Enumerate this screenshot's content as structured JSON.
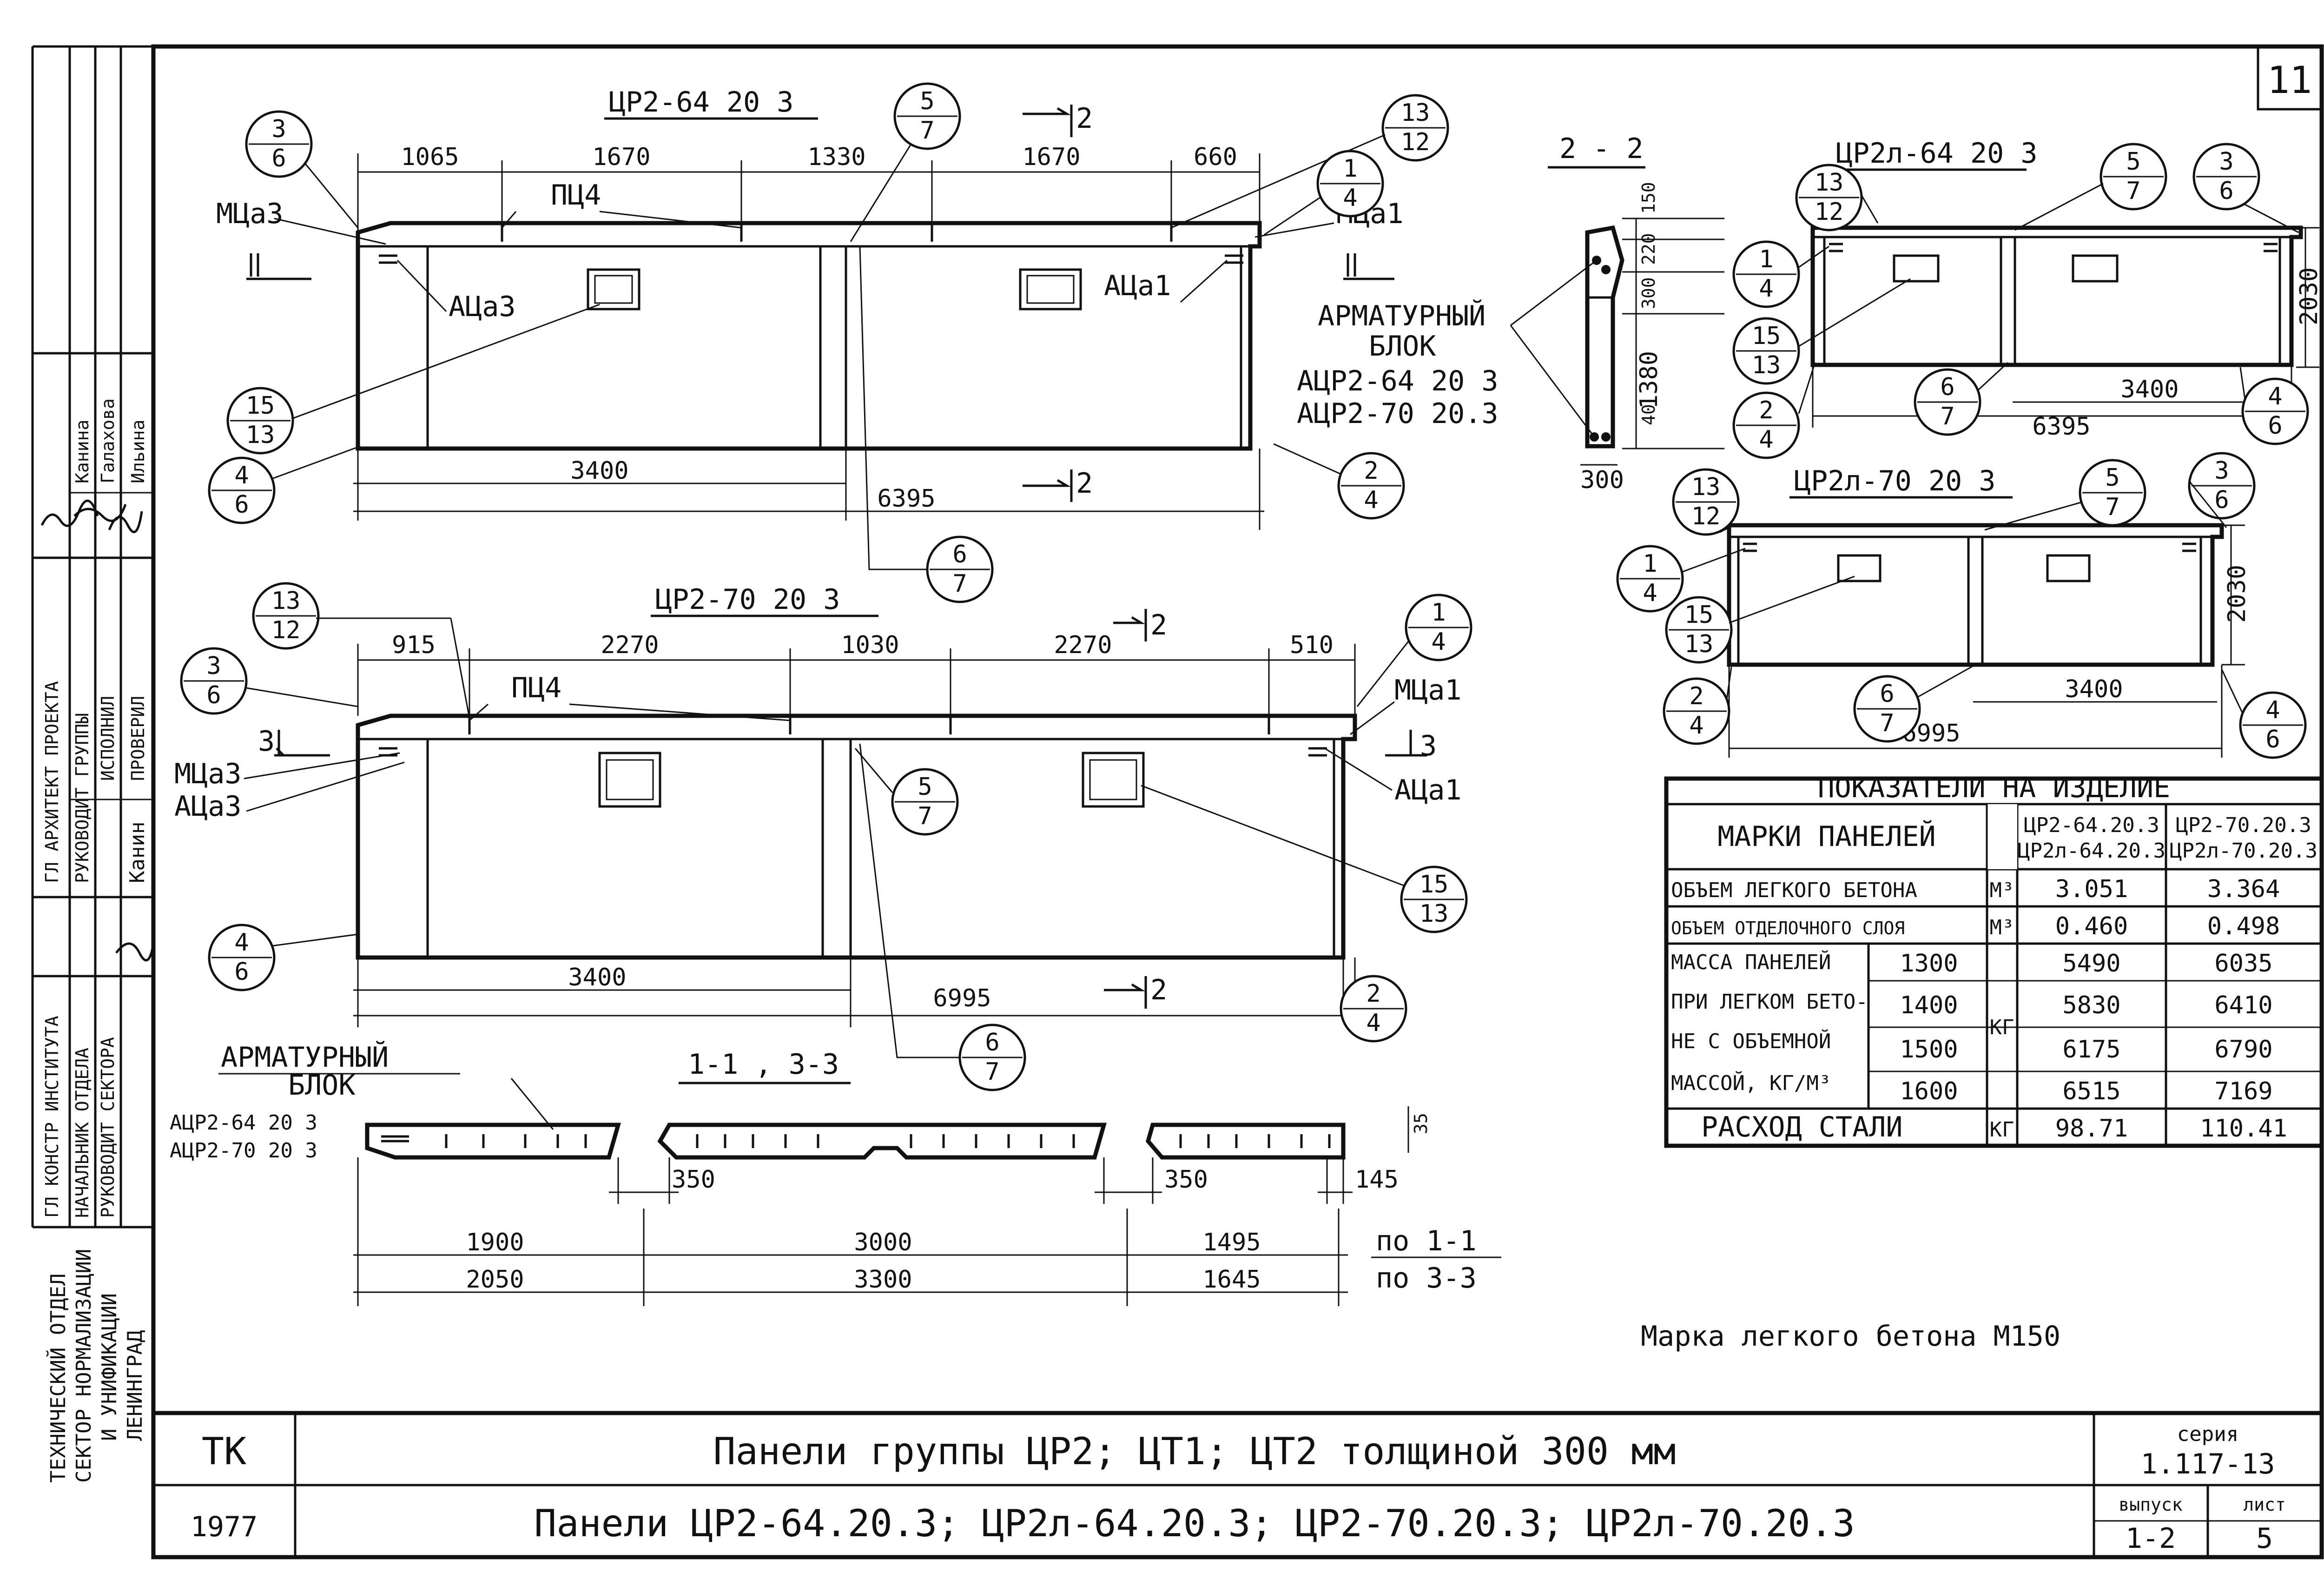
{
  "sheet": {
    "number": "11",
    "concrete_grade": "Марка легкого бетона М150"
  },
  "side_stamp": {
    "org": [
      "ТЕХНИЧЕСКИЙ ОТДЕЛ",
      "СЕКТОР НОРМАЛИЗАЦИИ",
      "И УНИФИКАЦИИ",
      "ЛЕНИНГРАД"
    ],
    "roles": [
      "ГЛ КОНСТР ИНСТИТУТА",
      "НАЧАЛЬНИК ОТДЕЛА",
      "РУКОВОДИТ СЕКТОРА",
      "ГЛ АРХИТЕКТ ПРОЕКТА",
      "РУКОВОДИТ ГРУППЫ",
      "ИСПОЛНИЛ",
      "ПРОВЕРИЛ"
    ],
    "names": [
      "Канин",
      "Ильина",
      "Галахова",
      "Канина"
    ]
  },
  "title_block": {
    "org": "ТК",
    "year": "1977",
    "title1": "Панели группы ЦР2; ЦТ1; ЦТ2 толщиной 300 мм",
    "title2": "Панели ЦР2-64.20.3; ЦР2л-64.20.3; ЦР2-70.20.3; ЦР2л-70.20.3",
    "series_label": "серия",
    "series": "1.117-13",
    "issue_label": "выпуск",
    "issue": "1-2",
    "sheet_label": "лист",
    "sheet": "5"
  },
  "panel1": {
    "title": "ЦР2-64 20 3",
    "dims_top": [
      "1065",
      "1670",
      "1330",
      "1670",
      "660"
    ],
    "dim_mid": "3400",
    "dim_total": "6395",
    "labels": {
      "mc3": "МЦа3",
      "mc1": "МЦа1",
      "ac3": "АЦа3",
      "ac1": "АЦа1",
      "pc4": "ПЦ4"
    },
    "section_mark": "2"
  },
  "panel2": {
    "title": "ЦР2-70 20 3",
    "dims_top": [
      "915",
      "2270",
      "1030",
      "2270",
      "510"
    ],
    "dim_mid": "3400",
    "dim_total": "6995",
    "labels": {
      "mc3": "МЦа3",
      "mc1": "МЦа1",
      "ac3": "АЦа3",
      "ac1": "АЦа1",
      "pc4": "ПЦ4"
    },
    "section_mark_a": "3",
    "section_mark_b": "2"
  },
  "section22": {
    "title": "2 - 2",
    "dims": [
      "150",
      "220",
      "300",
      "1380",
      "40",
      "300"
    ],
    "block_caption1": "АРМАТУРНЫЙ",
    "block_caption2": "БЛОК",
    "block_names": [
      "АЦР2-64 20 3",
      "АЦР2-70 20.3"
    ]
  },
  "panel3": {
    "title": "ЦР2л-64 20 3",
    "dim_height": "2030",
    "dim_mid": "3400",
    "dim_total": "6395"
  },
  "panel4": {
    "title": "ЦР2л-70 20 3",
    "dim_height": "2030",
    "dim_mid": "3400",
    "dim_total": "6995"
  },
  "section11": {
    "title": "1-1 , 3-3",
    "block_caption1": "АРМАТУРНЫЙ",
    "block_caption2": "БЛОК",
    "block_names": [
      "АЦР2-64 20 3",
      "АЦР2-70 20 3"
    ],
    "joint_dims": [
      "350",
      "350",
      "145",
      "35"
    ],
    "row1": [
      "1900",
      "3000",
      "1495"
    ],
    "row1_label": "по 1-1",
    "row2": [
      "2050",
      "3300",
      "1645"
    ],
    "row2_label": "по 3-3"
  },
  "bubbles": {
    "b36": [
      "3",
      "6"
    ],
    "b57": [
      "5",
      "7"
    ],
    "b1312": [
      "13",
      "12"
    ],
    "b14": [
      "1",
      "4"
    ],
    "b1513": [
      "15",
      "13"
    ],
    "b46": [
      "4",
      "6"
    ],
    "b24": [
      "2",
      "4"
    ],
    "b67": [
      "6",
      "7"
    ]
  },
  "table": {
    "title": "ПОКАЗАТЕЛИ НА ИЗДЕЛИЕ",
    "col_marks": "МАРКИ ПАНЕЛЕЙ",
    "col_a": [
      "ЦР2-64.20.3",
      "ЦР2л-64.20.3"
    ],
    "col_b": [
      "ЦР2-70.20.3",
      "ЦР2л-70.20.3"
    ],
    "row_lw": {
      "label": "ОБЪЕМ ЛЕГКОГО БЕТОНА",
      "unit": "М³",
      "a": "3.051",
      "b": "3.364"
    },
    "row_fin": {
      "label": "ОБЪЕМ ОТДЕЛОЧНОГО СЛОЯ",
      "unit": "М³",
      "a": "0.460",
      "b": "0.498"
    },
    "mass_label": [
      "МАССА ПАНЕЛЕЙ",
      "ПРИ ЛЕГКОМ БЕТО-",
      "НЕ С ОБЪЕМНОЙ",
      "МАССОЙ, КГ/М³"
    ],
    "mass_unit": "КГ",
    "mass_rows": [
      {
        "density": "1300",
        "a": "5490",
        "b": "6035"
      },
      {
        "density": "1400",
        "a": "5830",
        "b": "6410"
      },
      {
        "density": "1500",
        "a": "6175",
        "b": "6790"
      },
      {
        "density": "1600",
        "a": "6515",
        "b": "7169"
      }
    ],
    "row_steel": {
      "label": "РАСХОД СТАЛИ",
      "unit": "КГ",
      "a": "98.71",
      "b": "110.41"
    }
  }
}
